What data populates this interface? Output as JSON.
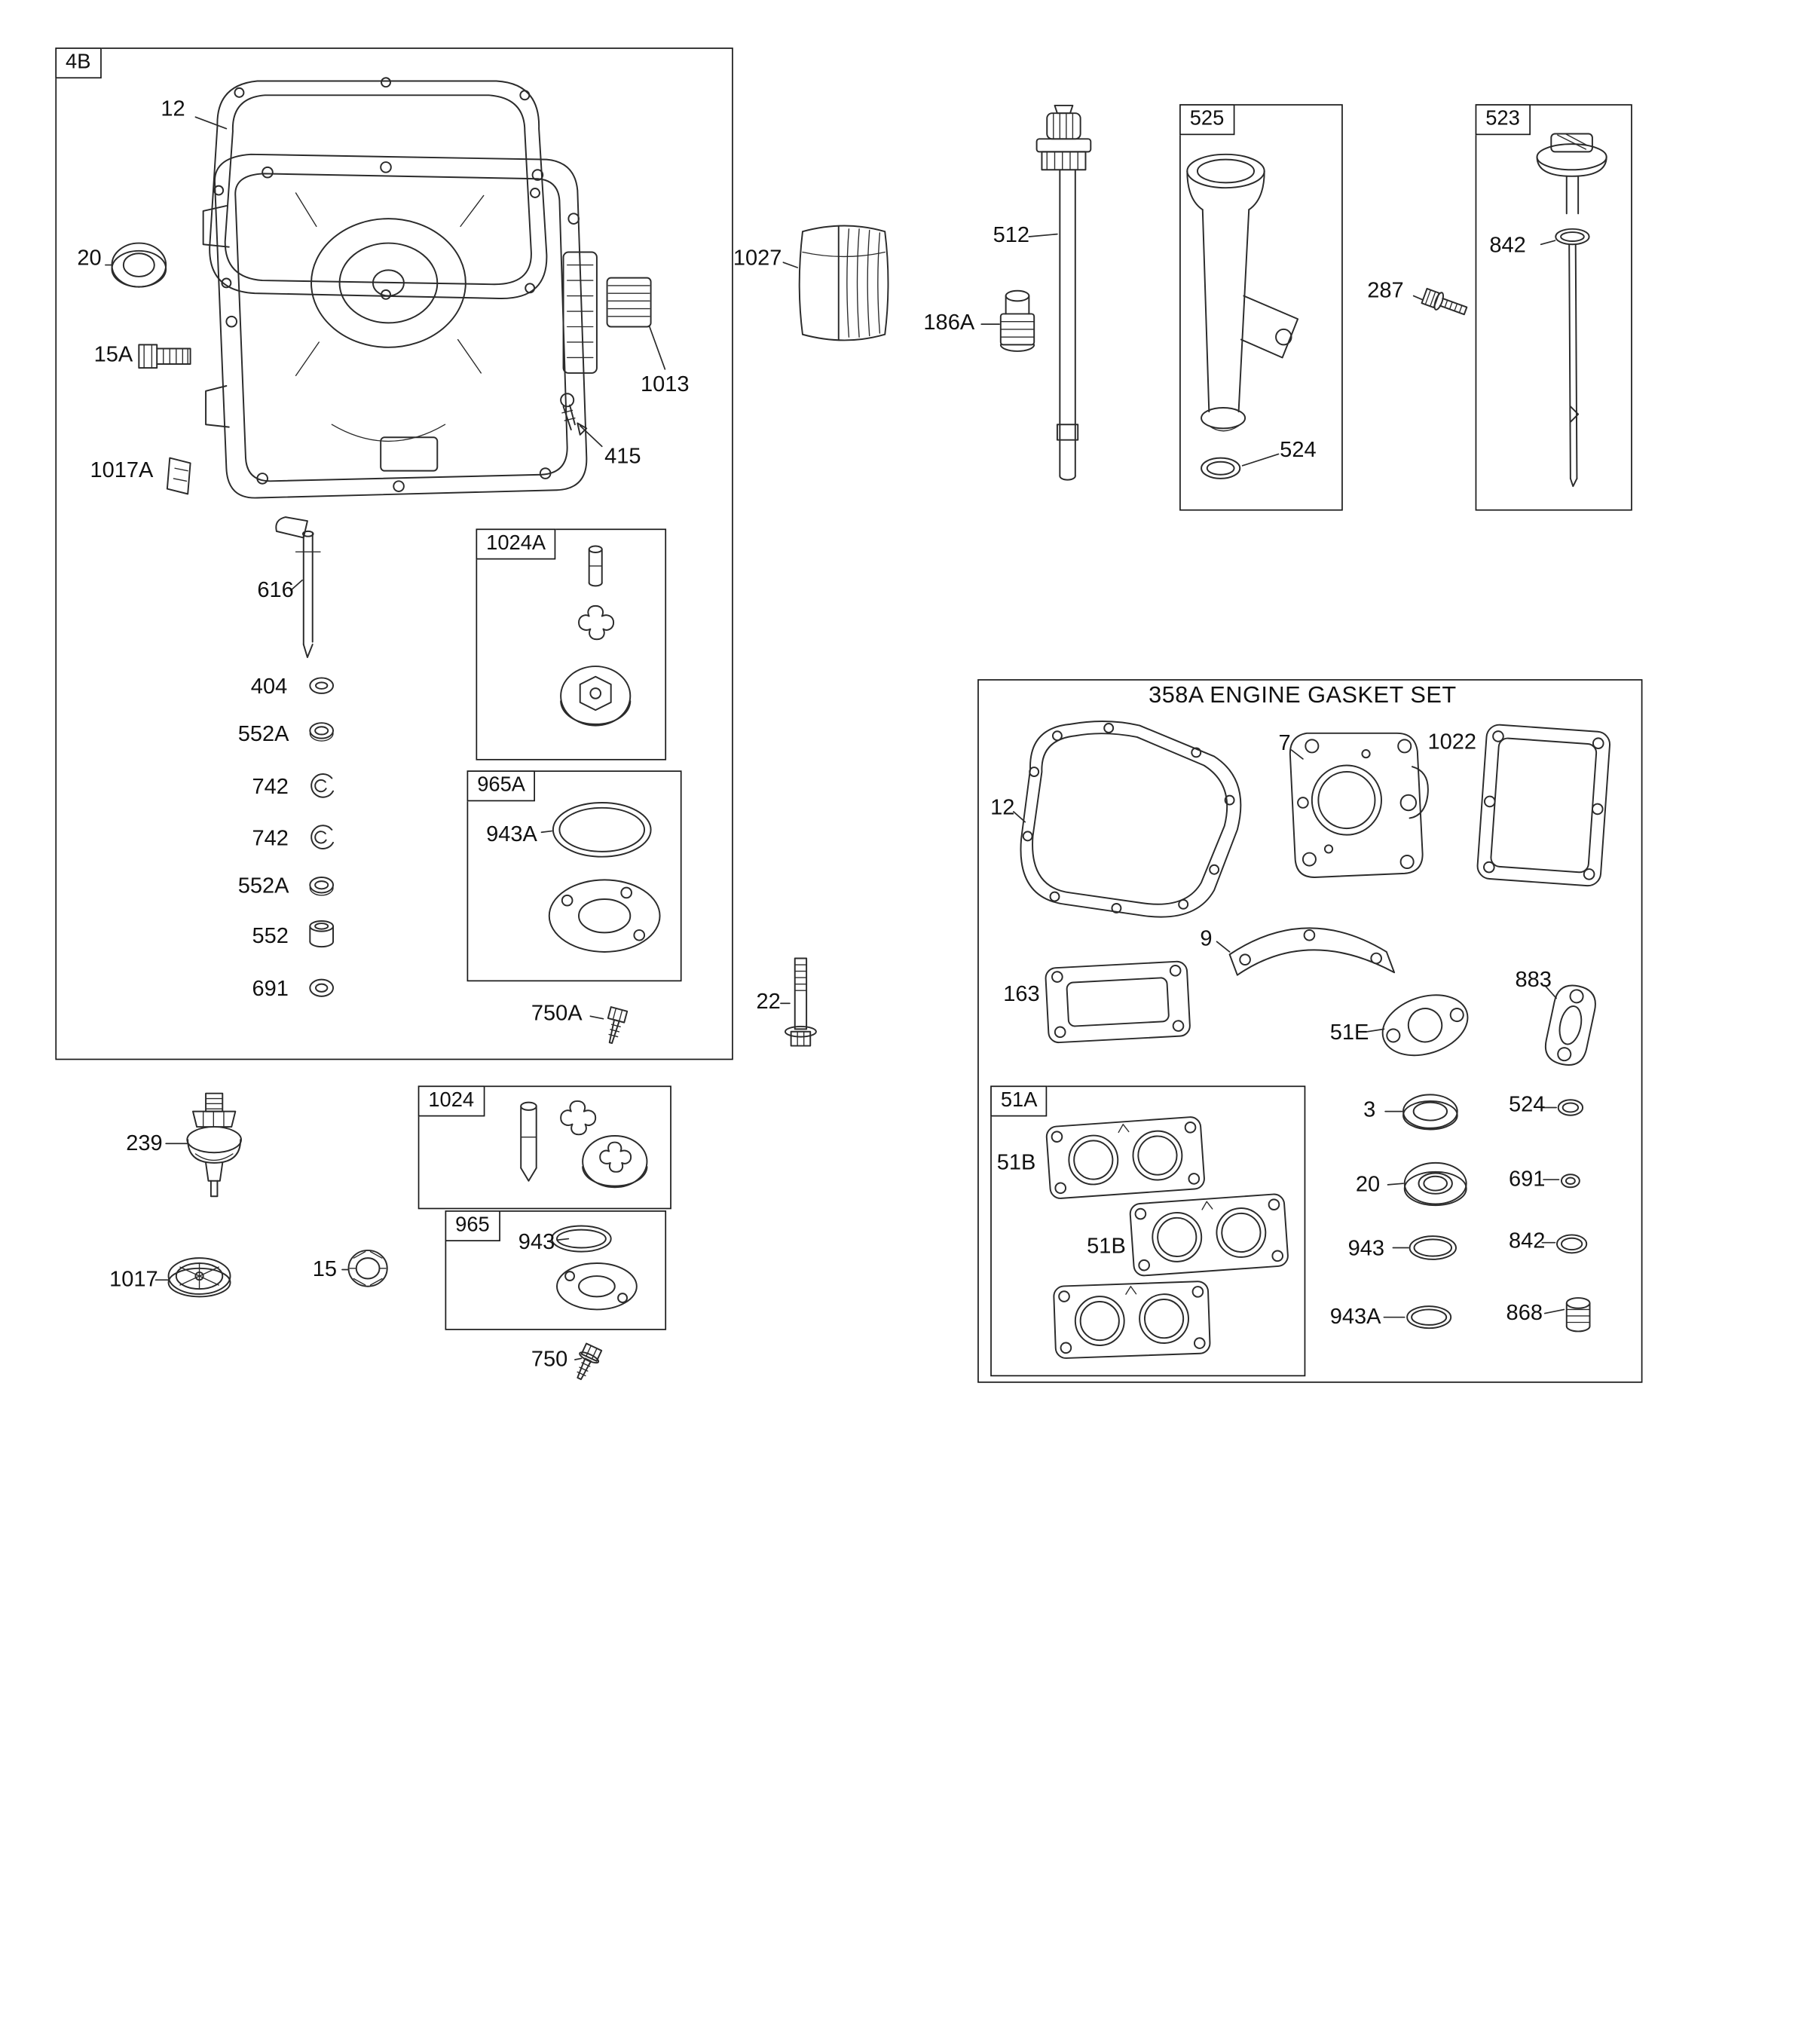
{
  "gasket_set_title": "358A ENGINE GASKET SET",
  "boxes": {
    "b4B": "4B",
    "b1024A": "1024A",
    "b965A": "965A",
    "b525": "525",
    "b523": "523",
    "b51A": "51A",
    "b1024": "1024",
    "b965": "965"
  },
  "callouts": {
    "c12_sump": "12",
    "c20_sump": "20",
    "c15A": "15A",
    "c1017A": "1017A",
    "c1013": "1013",
    "c415": "415",
    "c616": "616",
    "c404": "404",
    "c552A_1": "552A",
    "c742_1": "742",
    "c742_2": "742",
    "c552A_2": "552A",
    "c552": "552",
    "c691_sump": "691",
    "c943A_965A": "943A",
    "c750A": "750A",
    "c22": "22",
    "c1027": "1027",
    "c512": "512",
    "c186A": "186A",
    "c524_tube": "524",
    "c842_dipstick": "842",
    "c287": "287",
    "c12_gasket": "12",
    "c7": "7",
    "c1022": "1022",
    "c9": "9",
    "c163": "163",
    "c51E": "51E",
    "c883": "883",
    "c51B_1": "51B",
    "c51B_2": "51B",
    "c3": "3",
    "c524_set": "524",
    "c20_set": "20",
    "c691_set": "691",
    "c943_set": "943",
    "c842_set": "842",
    "c943A_set": "943A",
    "c868": "868",
    "c239": "239",
    "c1017": "1017",
    "c15": "15",
    "c943_965": "943",
    "c750": "750"
  }
}
